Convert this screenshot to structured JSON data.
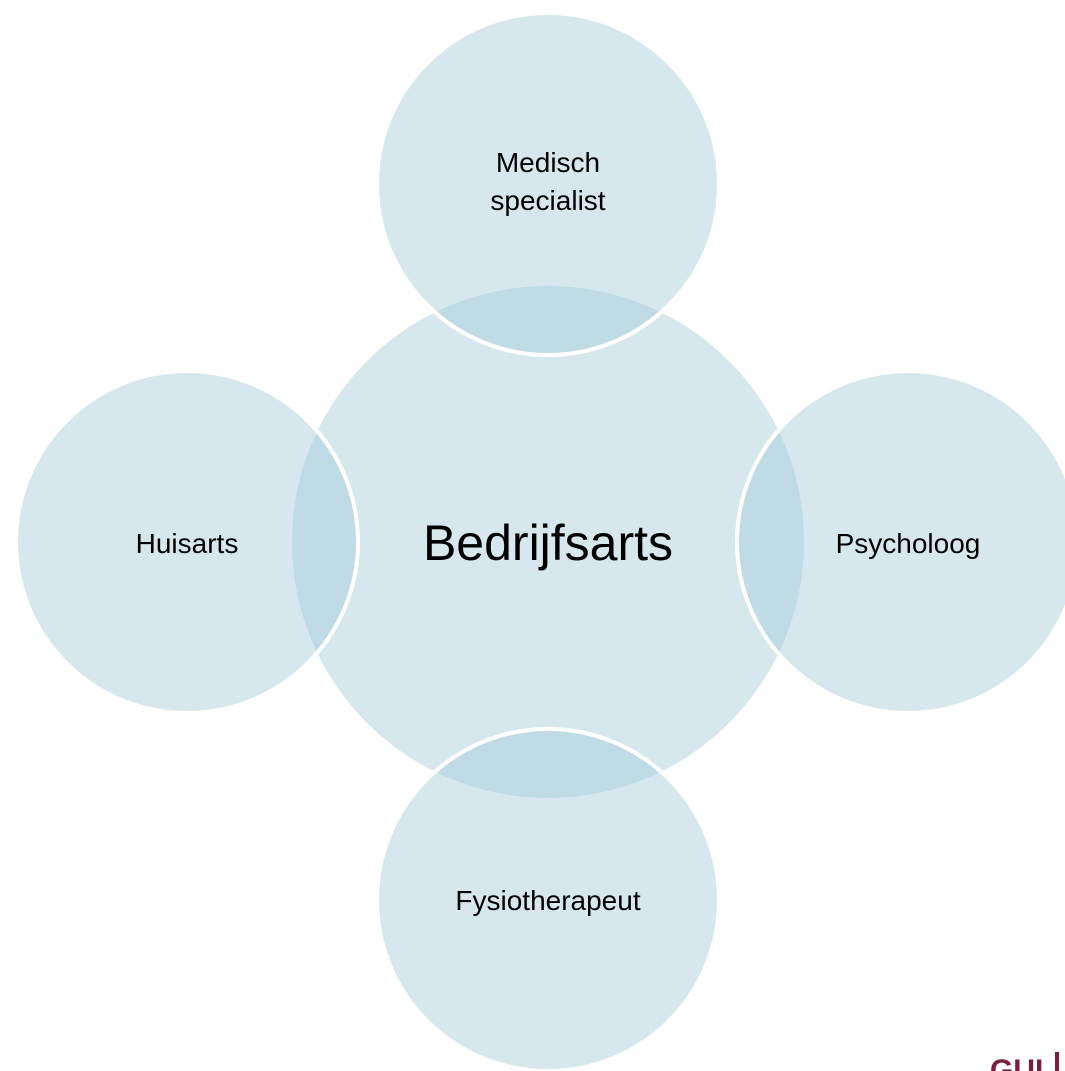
{
  "diagram": {
    "center": {
      "label": "Bedrijfsarts"
    },
    "satellites": [
      {
        "id": "top",
        "lines": [
          "Medisch",
          "specialist"
        ]
      },
      {
        "id": "left",
        "lines": [
          "Huisarts"
        ]
      },
      {
        "id": "right",
        "lines": [
          "Psycholoog"
        ]
      },
      {
        "id": "bottom",
        "lines": [
          "Fysiotherapeut"
        ]
      }
    ]
  },
  "colors": {
    "circle_fill": "#a4ccda",
    "circle_stroke": "#ffffff",
    "logo": "#7a1f3a"
  }
}
